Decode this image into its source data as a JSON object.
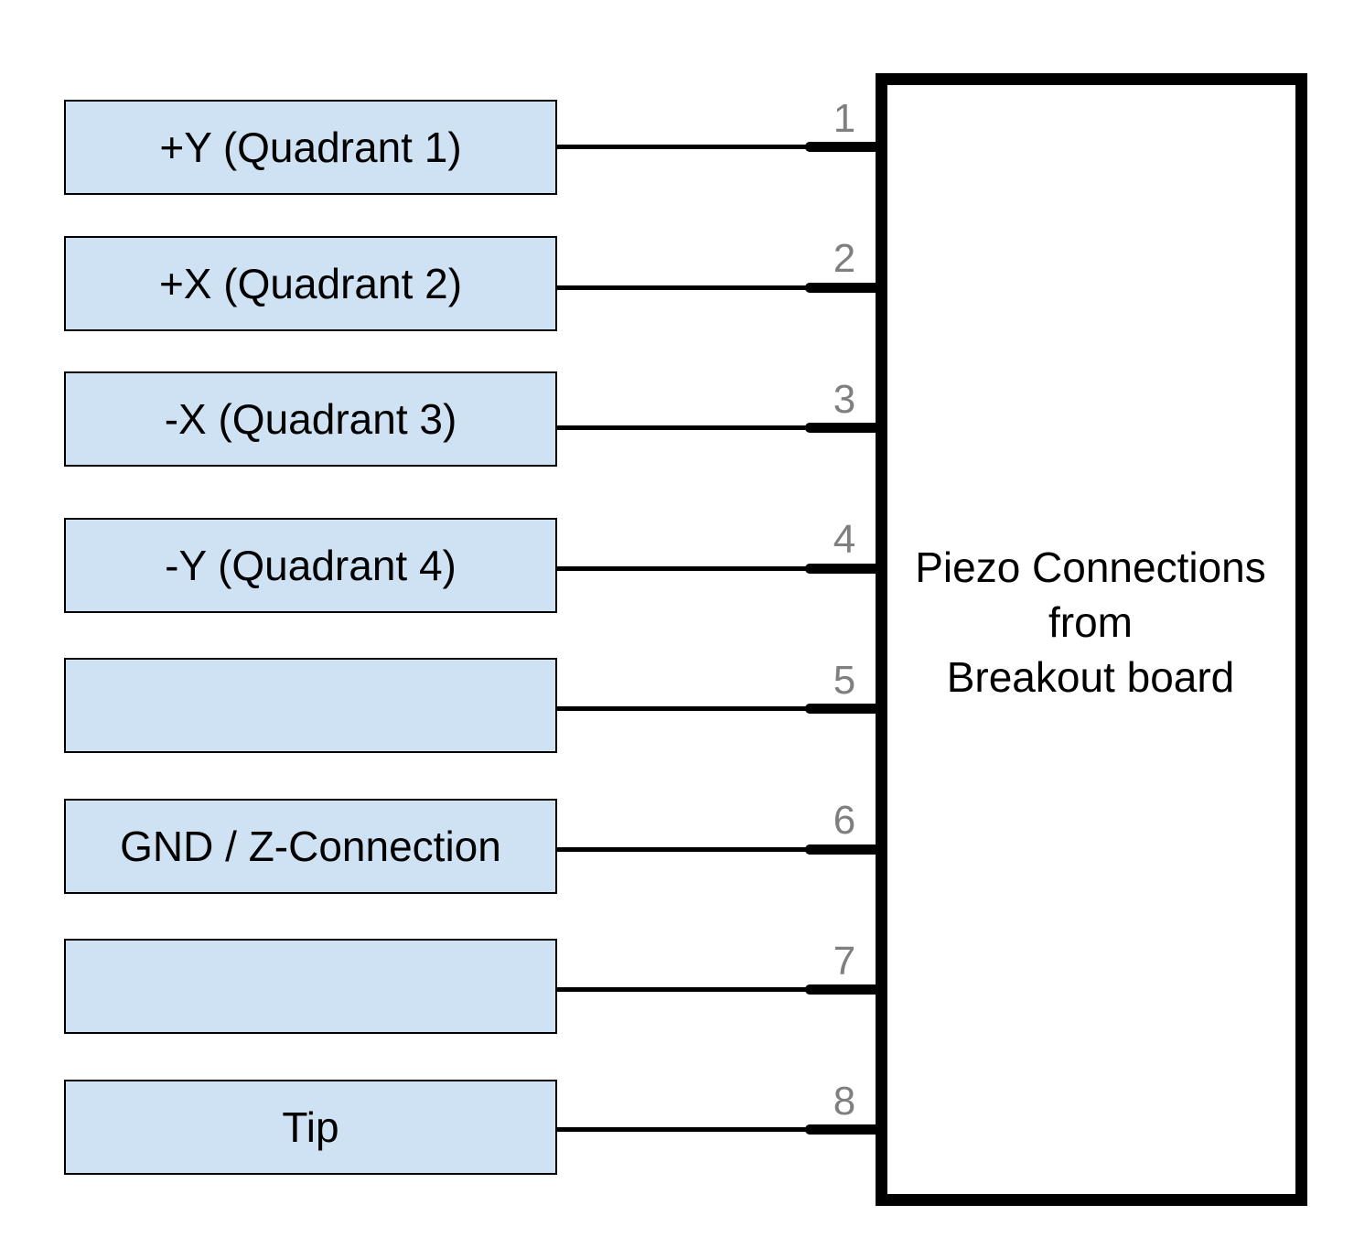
{
  "connections": [
    {
      "pin": "1",
      "label": "+Y (Quadrant 1)"
    },
    {
      "pin": "2",
      "label": "+X (Quadrant 2)"
    },
    {
      "pin": "3",
      "label": "-X (Quadrant 3)"
    },
    {
      "pin": "4",
      "label": "-Y (Quadrant 4)"
    },
    {
      "pin": "5",
      "label": ""
    },
    {
      "pin": "6",
      "label": "GND / Z-Connection"
    },
    {
      "pin": "7",
      "label": ""
    },
    {
      "pin": "8",
      "label": "Tip"
    }
  ],
  "board": {
    "label_lines": [
      "Piezo Connections",
      "from",
      "Breakout board"
    ]
  },
  "colors": {
    "box_fill": "#cfe2f3",
    "pin_number": "#7f7f7f",
    "line": "#000000"
  }
}
